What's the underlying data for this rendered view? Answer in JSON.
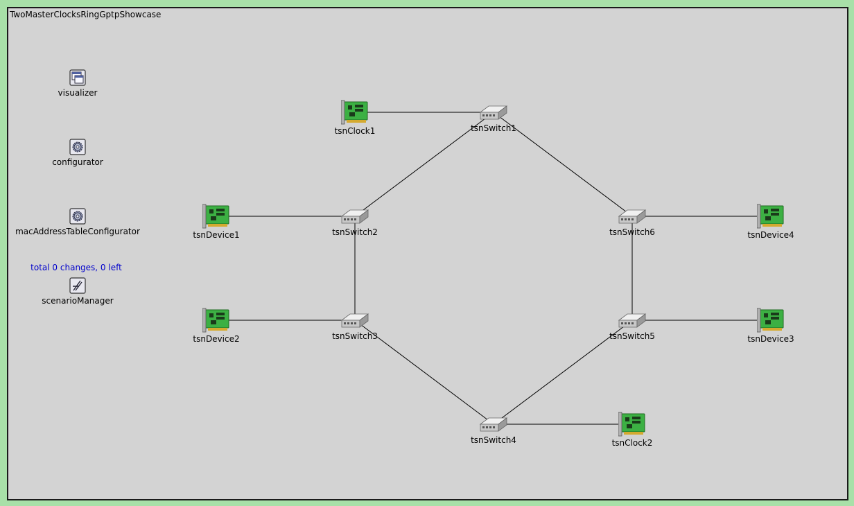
{
  "network": {
    "title": "TwoMasterClocksRingGptpShowcase"
  },
  "colors": {
    "frame": "#a8e0a8",
    "canvas": "#d3d3d3",
    "status_text": "#0000cc",
    "nic_green": "#3cb043"
  },
  "modules": [
    {
      "id": "visualizer",
      "label": "visualizer",
      "icon": "visualizer-icon"
    },
    {
      "id": "configurator",
      "label": "configurator",
      "icon": "gear-icon"
    },
    {
      "id": "macAddressTableConfigurator",
      "label": "macAddressTableConfigurator",
      "icon": "gear-icon"
    },
    {
      "id": "scenarioManager",
      "label": "scenarioManager",
      "icon": "scenario-manager-icon",
      "status": "total 0 changes, 0 left"
    }
  ],
  "nodes": [
    {
      "id": "tsnClock1",
      "label": "tsnClock1",
      "type": "nic",
      "icon": "network-card-icon"
    },
    {
      "id": "tsnClock2",
      "label": "tsnClock2",
      "type": "nic",
      "icon": "network-card-icon"
    },
    {
      "id": "tsnDevice1",
      "label": "tsnDevice1",
      "type": "nic",
      "icon": "network-card-icon"
    },
    {
      "id": "tsnDevice2",
      "label": "tsnDevice2",
      "type": "nic",
      "icon": "network-card-icon"
    },
    {
      "id": "tsnDevice3",
      "label": "tsnDevice3",
      "type": "nic",
      "icon": "network-card-icon"
    },
    {
      "id": "tsnDevice4",
      "label": "tsnDevice4",
      "type": "nic",
      "icon": "network-card-icon"
    },
    {
      "id": "tsnSwitch1",
      "label": "tsnSwitch1",
      "type": "switch",
      "icon": "switch-icon"
    },
    {
      "id": "tsnSwitch2",
      "label": "tsnSwitch2",
      "type": "switch",
      "icon": "switch-icon"
    },
    {
      "id": "tsnSwitch3",
      "label": "tsnSwitch3",
      "type": "switch",
      "icon": "switch-icon"
    },
    {
      "id": "tsnSwitch4",
      "label": "tsnSwitch4",
      "type": "switch",
      "icon": "switch-icon"
    },
    {
      "id": "tsnSwitch5",
      "label": "tsnSwitch5",
      "type": "switch",
      "icon": "switch-icon"
    },
    {
      "id": "tsnSwitch6",
      "label": "tsnSwitch6",
      "type": "switch",
      "icon": "switch-icon"
    }
  ],
  "links": [
    {
      "from": "tsnClock1",
      "to": "tsnSwitch1"
    },
    {
      "from": "tsnSwitch1",
      "to": "tsnSwitch2"
    },
    {
      "from": "tsnSwitch1",
      "to": "tsnSwitch6"
    },
    {
      "from": "tsnDevice1",
      "to": "tsnSwitch2"
    },
    {
      "from": "tsnSwitch2",
      "to": "tsnSwitch3"
    },
    {
      "from": "tsnDevice2",
      "to": "tsnSwitch3"
    },
    {
      "from": "tsnSwitch3",
      "to": "tsnSwitch4"
    },
    {
      "from": "tsnSwitch4",
      "to": "tsnClock2"
    },
    {
      "from": "tsnSwitch4",
      "to": "tsnSwitch5"
    },
    {
      "from": "tsnSwitch5",
      "to": "tsnDevice3"
    },
    {
      "from": "tsnSwitch5",
      "to": "tsnSwitch6"
    },
    {
      "from": "tsnSwitch6",
      "to": "tsnDevice4"
    }
  ]
}
